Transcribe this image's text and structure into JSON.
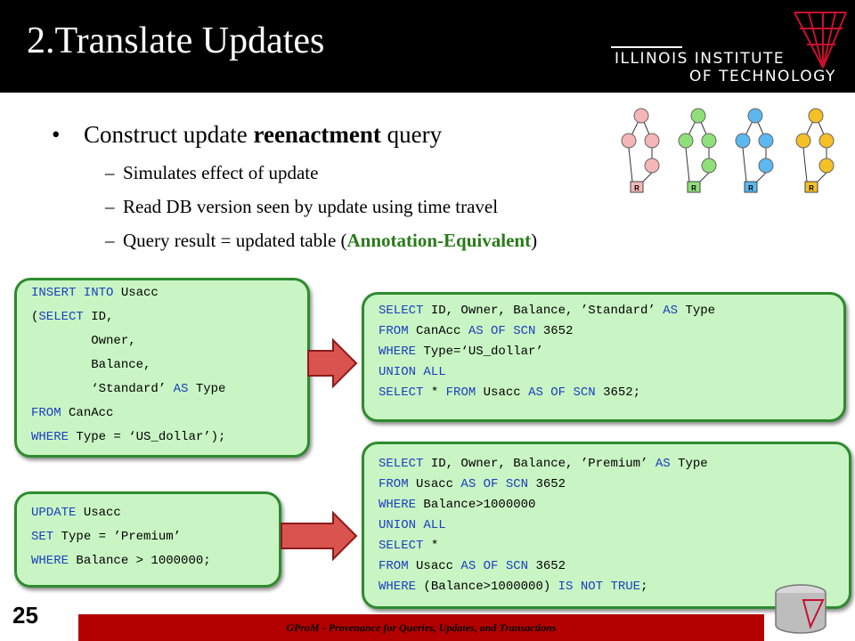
{
  "slide": {
    "title": "2.Translate Updates",
    "logo_line1": "ILLINOIS INSTITUTE",
    "logo_line2": "OF TECHNOLOGY",
    "page_number": "25",
    "footer": "GProM - Provenance for Queries, Updates, and Transactions"
  },
  "bullets": {
    "main": {
      "prefix": "Construct update ",
      "bold": "reenactment",
      "suffix": " query"
    },
    "subs": [
      "Simulates effect of update",
      "Read DB version seen by update using time travel"
    ],
    "sub3": {
      "prefix": "Query result = updated table (",
      "highlight": "Annotation-Equivalent",
      "suffix": ")"
    }
  },
  "graph_labels": [
    "R",
    "R",
    "R",
    "R"
  ],
  "graph_colors": [
    "#f4b6b6",
    "#8fe07a",
    "#5bb8f0",
    "#f5c026"
  ],
  "code": {
    "insert": {
      "l1": [
        "INSERT INTO",
        " Usacc"
      ],
      "l2": [
        "(",
        "SELECT",
        " ID,"
      ],
      "l3": "        Owner,",
      "l4": "        Balance,",
      "l5": [
        "        ‘Standard’ ",
        "AS",
        " Type"
      ],
      "l6": [
        "FROM",
        " CanAcc"
      ],
      "l7": [
        "WHERE",
        " Type = ‘US_dollar’);"
      ]
    },
    "update": {
      "l1": [
        "UPDATE",
        " Usacc"
      ],
      "l2": [
        "SET",
        " Type = ’Premium’"
      ],
      "l3": [
        "WHERE",
        " Balance > 1000000;"
      ]
    },
    "reenact1": {
      "l1": [
        "SELECT",
        " ID, Owner, Balance, ’Standard’ ",
        "AS",
        " Type"
      ],
      "l2": [
        "FROM",
        " CanAcc ",
        "AS OF SCN",
        " 3652"
      ],
      "l3": [
        "WHERE",
        " Type=‘US_dollar’"
      ],
      "l4": "UNION ALL",
      "l5": [
        "SELECT",
        " * ",
        "FROM",
        " Usacc ",
        "AS OF SCN",
        " 3652;"
      ]
    },
    "reenact2": {
      "l1": [
        "SELECT",
        " ID, Owner, Balance, ’Premium’ ",
        "AS",
        " Type"
      ],
      "l2": [
        "FROM",
        " Usacc ",
        "AS OF SCN",
        " 3652"
      ],
      "l3": [
        "WHERE",
        " Balance>1000000"
      ],
      "l4": "UNION ALL",
      "l5": [
        "SELECT",
        " *"
      ],
      "l6": [
        "FROM",
        " Usacc ",
        "AS OF SCN",
        " 3652"
      ],
      "l7": [
        "WHERE",
        " (Balance>1000000) ",
        "IS NOT TRUE",
        ";"
      ]
    }
  }
}
